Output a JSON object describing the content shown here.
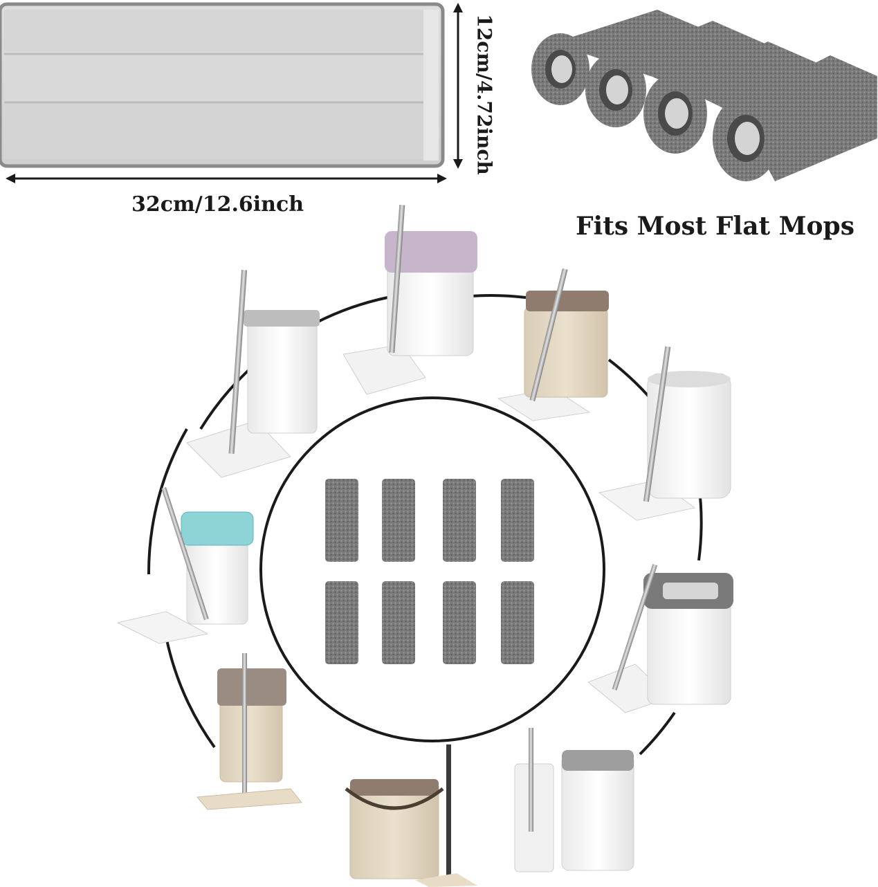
{
  "dimensions": {
    "width_label": "32cm/12.6inch",
    "height_label": "12cm/4.72inch"
  },
  "headline": "Fits Most Flat Mops",
  "colors": {
    "pad_fabric": "#d9d9d9",
    "pad_border": "#8a8a8a",
    "microfiber": "#6e6e6e",
    "outline": "#1a1a1a"
  },
  "refill_pads": {
    "count": 8,
    "rows": 2,
    "columns": 4
  },
  "rolled_pads": {
    "count": 4
  },
  "mop_kits": [
    {
      "name": "grey-lid-bucket-mop"
    },
    {
      "name": "purple-lid-bucket-mop"
    },
    {
      "name": "brown-lid-bucket-mop"
    },
    {
      "name": "white-round-bucket-mop"
    },
    {
      "name": "grey-handle-bucket-mop"
    },
    {
      "name": "white-slim-bucket-mop"
    },
    {
      "name": "beige-twin-bucket-mop"
    },
    {
      "name": "taupe-bucket-mop"
    },
    {
      "name": "teal-lid-bucket-mop"
    }
  ]
}
